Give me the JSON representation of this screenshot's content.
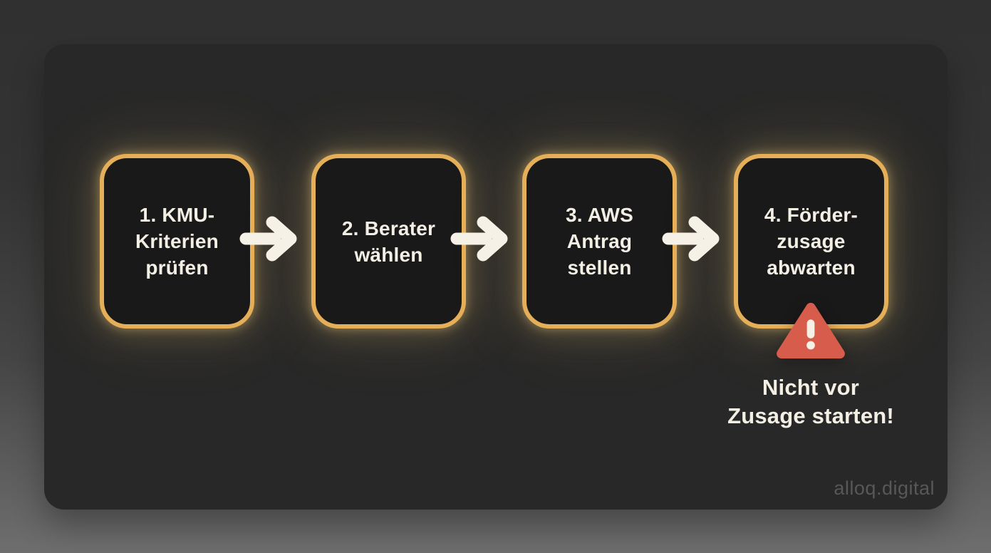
{
  "colors": {
    "accent_gold": "#E5AE58",
    "warning_red": "#D85C4B",
    "arrow_cream": "#F6F1E6",
    "text_cream": "#F3EFE5",
    "card_bg": "#282828",
    "box_bg": "#191919",
    "watermark_gray": "#585858"
  },
  "flow": {
    "steps": [
      {
        "label": "1. KMU-\nKriterien\nprüfen"
      },
      {
        "label": "2. Berater\nwählen"
      },
      {
        "label": "3. AWS\nAntrag\nstellen"
      },
      {
        "label": "4. Förder-\nzusage\nabwarten"
      }
    ]
  },
  "warning": {
    "text": "Nicht vor\nZusage starten!"
  },
  "footer": {
    "watermark": "alloq.digital"
  }
}
